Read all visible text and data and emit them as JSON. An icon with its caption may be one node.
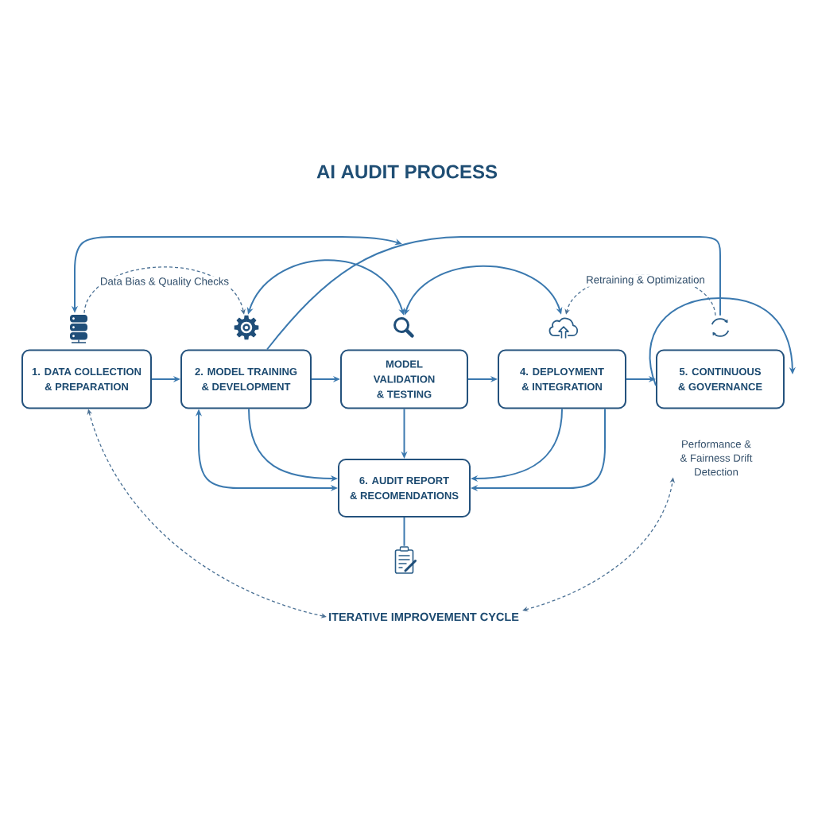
{
  "diagram": {
    "title": "AI AUDIT PROCESS",
    "nodes": [
      {
        "text": [],
        "shape": "cylinder"
      },
      {
        "text": [],
        "shape": "gear"
      },
      {
        "text": [],
        "shape": "magnifier"
      },
      {
        "text": [],
        "shape": "cloud"
      },
      {
        "text": [],
        "shape": "refresh"
      },
      {
        "text": [
          "1. DATA COLLECTION & PREPARATION"
        ]
      },
      {
        "text": [
          "2. MODEL TRAINING & DEVELOPMENT"
        ]
      },
      {
        "text": [
          "MODEL VALIDATION & TESTING"
        ]
      },
      {
        "text": [
          "4. DEPLOYMENT & INTEGRATION"
        ]
      },
      {
        "text": [
          "5. CONTINUOUS & GOVERNANCE"
        ]
      },
      {
        "text": [
          "6. AUDIT REPORT & RECOMENDATIONS"
        ]
      },
      {
        "text": [
          "Performance & & Fairness Drift Detection"
        ]
      },
      {
        "text": [],
        "shape": "clipboard"
      },
      {
        "text": [
          "ITERATIVE IMPROVEMENT CYCLE"
        ]
      }
    ],
    "edges": [
      {
        "from": 5,
        "to": 6,
        "arrow": "to"
      },
      {
        "from": 6,
        "to": 7,
        "arrow": "to"
      },
      {
        "from": 7,
        "to": 8,
        "arrow": "to"
      },
      {
        "from": 8,
        "to": 9,
        "arrow": "to"
      },
      {
        "from": 7,
        "to": 10,
        "arrow": "to"
      },
      {
        "from": 6,
        "to": 10,
        "arrow": "to"
      },
      {
        "from": 6,
        "to": 10,
        "arrow": "both"
      },
      {
        "from": 8,
        "to": 10,
        "arrow": "to"
      },
      {
        "from": 8,
        "to": 10,
        "arrow": "to"
      },
      {
        "from": 10,
        "to": 12,
        "arrow": "none"
      },
      {
        "from": 1,
        "to": 2,
        "arrow": "both"
      },
      {
        "from": 2,
        "to": 3,
        "arrow": "both"
      },
      {
        "from": 0,
        "to": 1,
        "arrow": "to",
        "label": "Data Bias & Quality Checks",
        "style": "dashed",
        "color": "#4a7094"
      },
      {
        "from": 4,
        "to": 3,
        "arrow": "to",
        "label": "Retraining & Optimization",
        "style": "dashed",
        "color": "#4a7094"
      },
      {
        "from": 9,
        "to": 9,
        "arrow": "to"
      },
      {
        "from": 6,
        "to": 4,
        "arrow": "none"
      },
      {
        "from": 0,
        "to": null,
        "arrow": "both"
      },
      {
        "from": 5,
        "to": 13,
        "arrow": "both",
        "style": "dashed",
        "color": "#4a7094"
      },
      {
        "from": 13,
        "to": 11,
        "arrow": "both",
        "style": "dashed",
        "color": "#4a7094"
      }
    ]
  }
}
